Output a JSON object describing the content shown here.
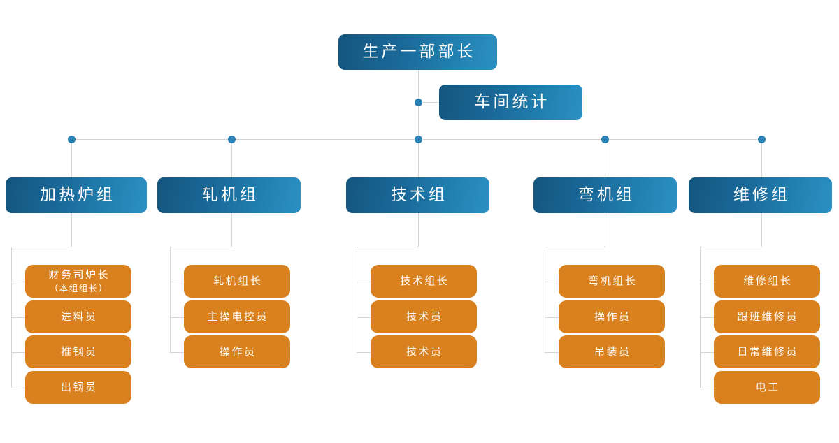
{
  "diagram": {
    "title_node": {
      "label": "生产一部部长"
    },
    "staff_node": {
      "label": "车间统计"
    },
    "groups": [
      {
        "label": "加热炉组",
        "members": [
          {
            "line1": "财务司炉长",
            "line2": "（本组组长）"
          },
          {
            "line1": "进料员"
          },
          {
            "line1": "推钢员"
          },
          {
            "line1": "出钢员"
          }
        ]
      },
      {
        "label": "轧机组",
        "members": [
          {
            "line1": "轧机组长"
          },
          {
            "line1": "主操电控员"
          },
          {
            "line1": "操作员"
          }
        ]
      },
      {
        "label": "技术组",
        "members": [
          {
            "line1": "技术组长"
          },
          {
            "line1": "技术员"
          },
          {
            "line1": "技术员"
          }
        ]
      },
      {
        "label": "弯机组",
        "members": [
          {
            "line1": "弯机组长"
          },
          {
            "line1": "操作员"
          },
          {
            "line1": "吊装员"
          }
        ]
      },
      {
        "label": "维修组",
        "members": [
          {
            "line1": "维修组长"
          },
          {
            "line1": "跟班维修员"
          },
          {
            "line1": "日常维修员"
          },
          {
            "line1": "电工"
          }
        ]
      }
    ],
    "colors": {
      "node_blue_dark": "#14567f",
      "node_blue_light": "#2c90c4",
      "node_orange": "#d9801f",
      "connector_line": "#d5d5d5",
      "connector_dot": "#2a7fb5",
      "text": "#ffffff",
      "background": "#ffffff"
    }
  }
}
